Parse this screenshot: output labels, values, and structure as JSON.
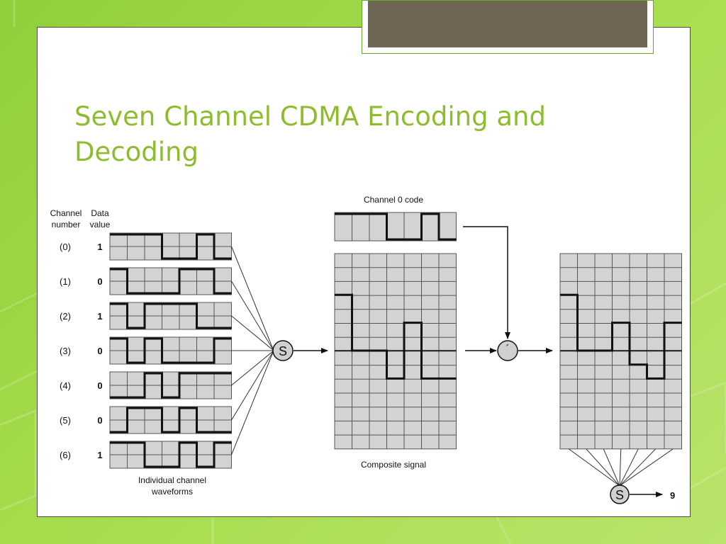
{
  "slide": {
    "title_line1": "Seven Channel CDMA Encoding and",
    "title_line2": "Decoding"
  },
  "diagram": {
    "channel_header_line1": "Channel",
    "channel_header_line2": "number",
    "data_header_line1": "Data",
    "data_header_line2": "value",
    "channels": [
      {
        "number": "(0)",
        "value": "1",
        "waveform": [
          1,
          1,
          1,
          0,
          0,
          1,
          0
        ]
      },
      {
        "number": "(1)",
        "value": "0",
        "waveform": [
          1,
          0,
          0,
          0,
          1,
          1,
          0
        ]
      },
      {
        "number": "(2)",
        "value": "1",
        "waveform": [
          1,
          0,
          1,
          1,
          1,
          0,
          0
        ]
      },
      {
        "number": "(3)",
        "value": "0",
        "waveform": [
          1,
          0,
          1,
          0,
          0,
          0,
          1
        ]
      },
      {
        "number": "(4)",
        "value": "0",
        "waveform": [
          0,
          0,
          1,
          0,
          1,
          1,
          1
        ]
      },
      {
        "number": "(5)",
        "value": "0",
        "waveform": [
          0,
          1,
          1,
          0,
          1,
          0,
          0
        ]
      },
      {
        "number": "(6)",
        "value": "1",
        "waveform": [
          1,
          1,
          0,
          0,
          1,
          0,
          1
        ]
      }
    ],
    "waveforms_caption_line1": "Individual channel",
    "waveforms_caption_line2": "waveforms",
    "sum_symbol": "S",
    "channel0_code_label": "Channel 0 code",
    "channel0_code": [
      1,
      1,
      1,
      0,
      0,
      1,
      0
    ],
    "composite_label": "Composite signal",
    "composite_levels": [
      4,
      0,
      0,
      -2,
      2,
      -2,
      -2
    ],
    "multiply_symbol": "´",
    "product_levels": [
      4,
      0,
      0,
      2,
      -1,
      -2,
      2
    ],
    "output_value": "9",
    "colors": {
      "grid_fill": "#d3d3d3",
      "grid_line": "#555555",
      "waveform": "#111111",
      "node_fill": "#d0d0d0"
    }
  }
}
